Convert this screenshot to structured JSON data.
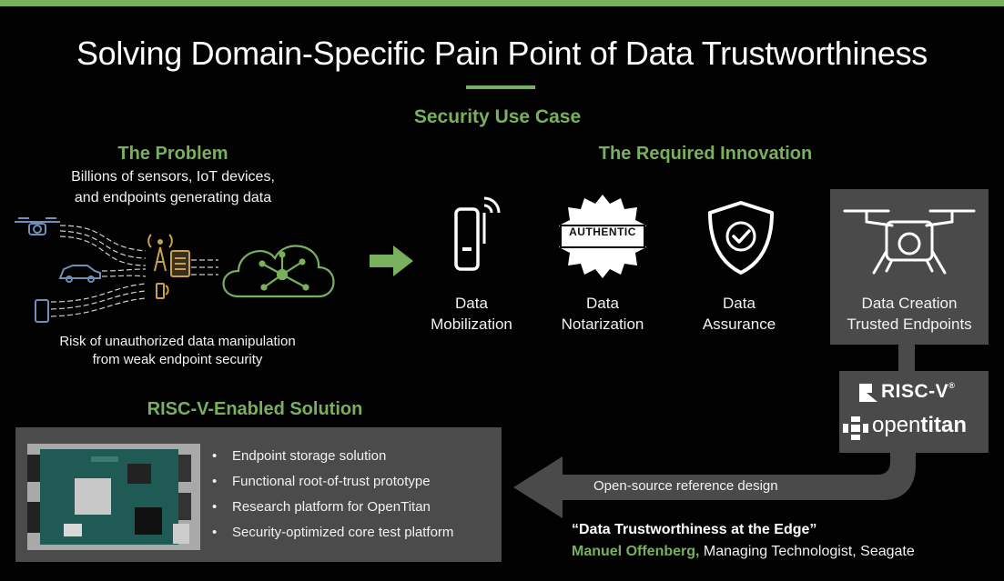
{
  "slide": {
    "title": "Solving Domain-Specific Pain Point of Data Trustworthiness",
    "section": "Security Use Case"
  },
  "problem": {
    "heading": "The Problem",
    "text_line1": "Billions of sensors, IoT devices,",
    "text_line2": "and endpoints generating data",
    "risk_line1": "Risk of unauthorized data manipulation",
    "risk_line2": "from weak endpoint security"
  },
  "innovation": {
    "heading": "The Required Innovation",
    "items": [
      {
        "line1": "Data",
        "line2": "Mobilization"
      },
      {
        "line1": "Data",
        "line2": "Notarization"
      },
      {
        "line1": "Data",
        "line2": "Assurance"
      }
    ],
    "badge_text": "AUTHENTIC",
    "endpoint_line1": "Data Creation",
    "endpoint_line2": "Trusted Endpoints"
  },
  "logos": {
    "riscv": "RISC-V",
    "riscv_mark": "®",
    "opentitan_a": "open",
    "opentitan_b": "titan"
  },
  "solution": {
    "heading": "RISC-V-Enabled Solution",
    "bullets": [
      "Endpoint storage solution",
      "Functional root-of-trust prototype",
      "Research platform for OpenTitan",
      "Security-optimized core test platform"
    ]
  },
  "reference": "Open-source reference design",
  "quote": "“Data Trustworthiness at the Edge”",
  "author": {
    "name": "Manuel Offenberg,",
    "role": " Managing Technologist, Seagate"
  },
  "colors": {
    "accent": "#79b05e",
    "panel": "#4a4a4a",
    "background": "#020202"
  }
}
